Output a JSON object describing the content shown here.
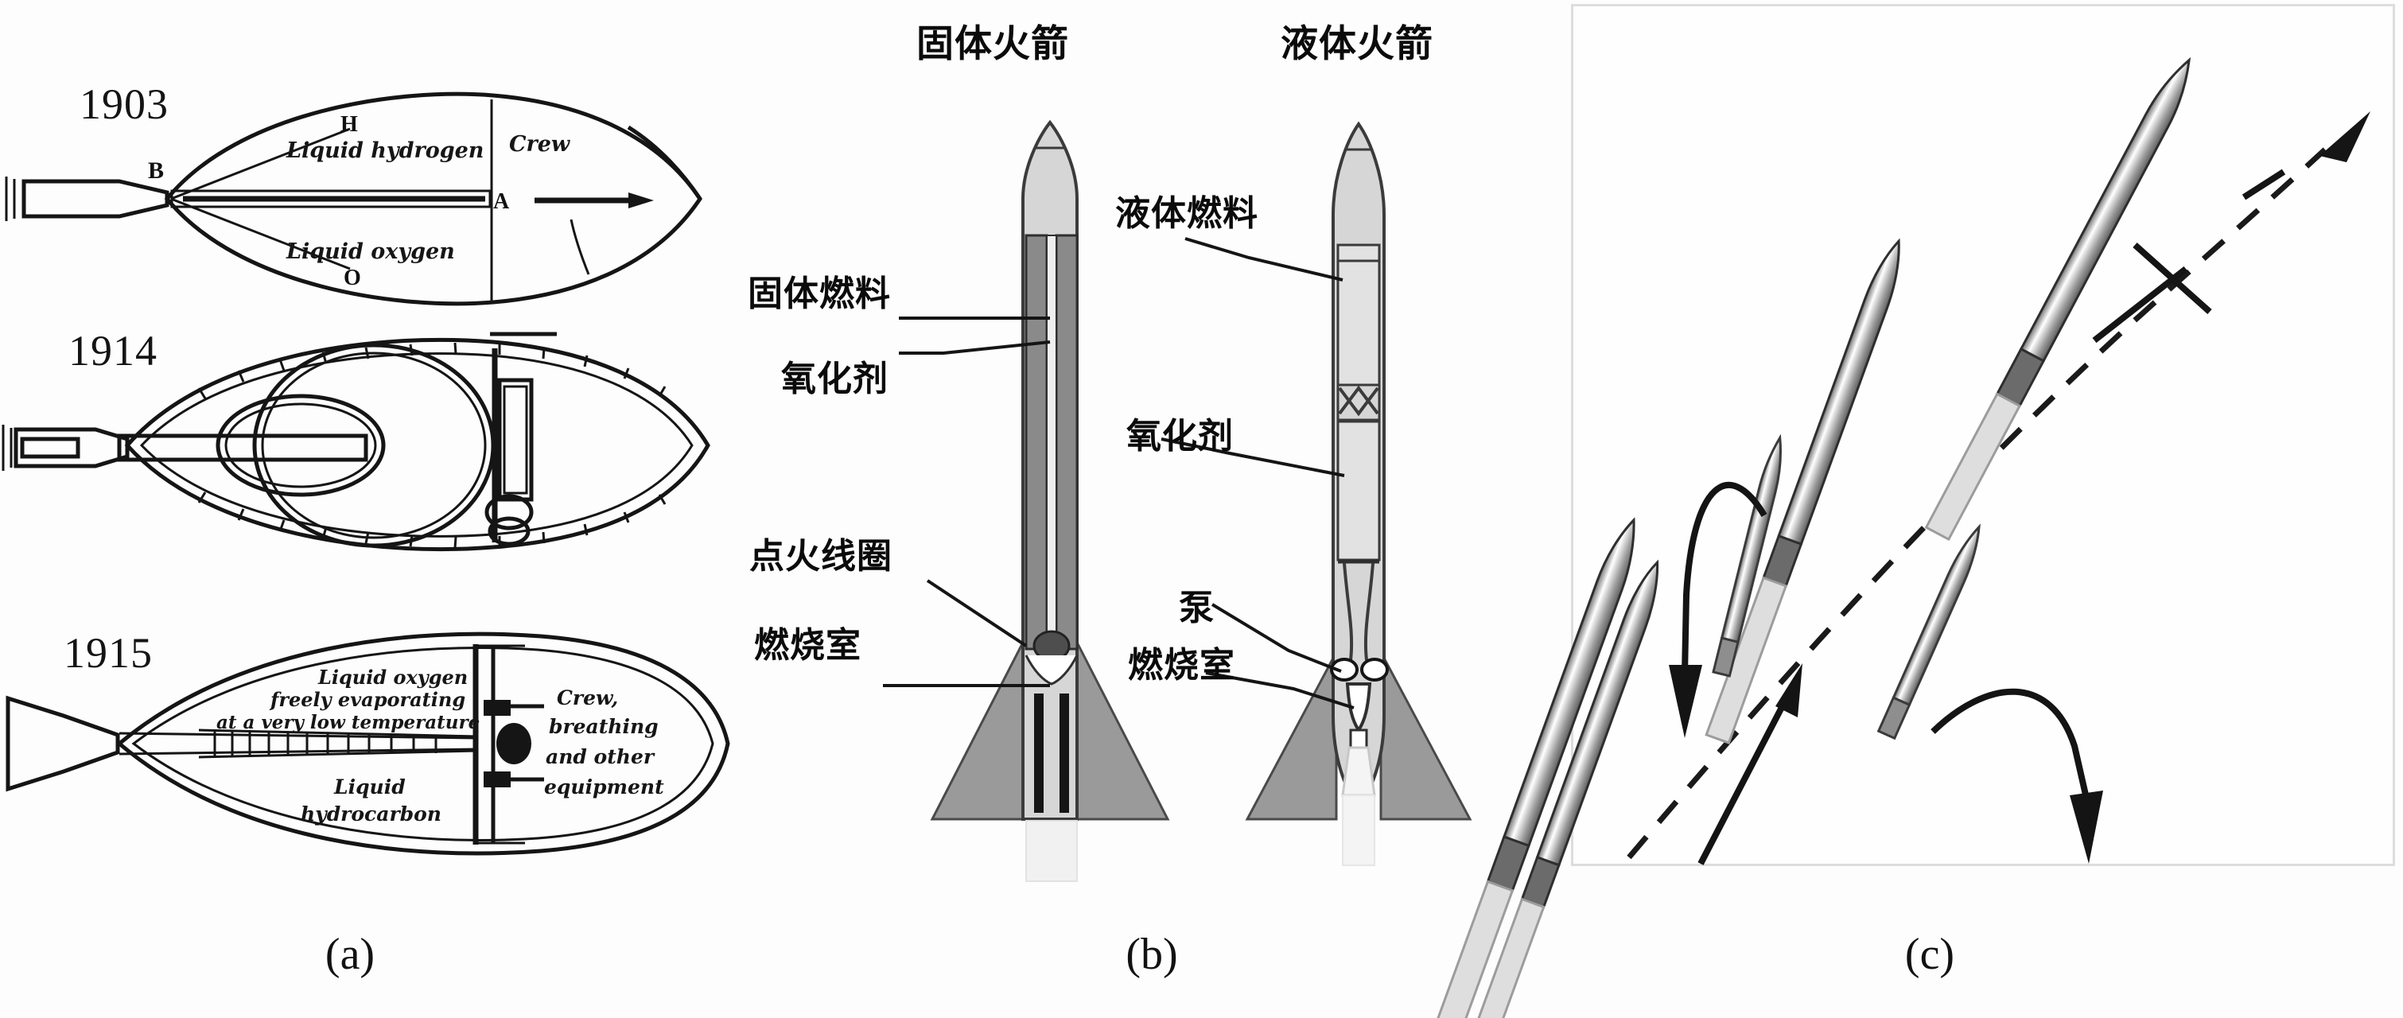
{
  "figure": {
    "panel_captions": [
      {
        "id": "a",
        "label": "(a)"
      },
      {
        "id": "b",
        "label": "(b)"
      },
      {
        "id": "c",
        "label": "(c)"
      }
    ]
  },
  "panel_a": {
    "name": "tsiolkovsky-rocket-evolution",
    "diagrams": [
      {
        "year": "1903",
        "labels": {
          "fuel_top": "Liquid hydrogen",
          "fuel_bottom": "Liquid oxygen",
          "crew": "Crew",
          "point_b": "B",
          "point_h": "H",
          "point_a": "A",
          "point_o": "O"
        }
      },
      {
        "year": "1914",
        "labels": {}
      },
      {
        "year": "1915",
        "labels": {
          "oxidizer_line1": "Liquid oxygen",
          "oxidizer_line2": "freely evaporating",
          "oxidizer_line3": "at a very low temperature",
          "fuel_line1": "Liquid",
          "fuel_line2": "hydrocarbon",
          "crew_line1": "Crew,",
          "crew_line2": "breathing",
          "crew_line3": "and other",
          "crew_line4": "equipment"
        }
      }
    ]
  },
  "panel_b": {
    "name": "solid-vs-liquid-rocket-comparison",
    "solid_rocket": {
      "title": "固体火箭",
      "labels": [
        {
          "key": "solid_fuel",
          "text": "固体燃料"
        },
        {
          "key": "oxidizer",
          "text": "氧化剂"
        },
        {
          "key": "ignition_coil",
          "text": "点火线圈"
        },
        {
          "key": "combustion_chamber",
          "text": "燃烧室"
        }
      ]
    },
    "liquid_rocket": {
      "title": "液体火箭",
      "labels": [
        {
          "key": "liquid_fuel",
          "text": "液体燃料"
        },
        {
          "key": "oxidizer",
          "text": "氧化剂"
        },
        {
          "key": "pump",
          "text": "泵"
        },
        {
          "key": "combustion_chamber",
          "text": "燃烧室"
        }
      ]
    }
  },
  "panel_c": {
    "name": "multistage-rocket-separation",
    "stage_count": 4,
    "arrows": [
      {
        "key": "left_discard_arrow",
        "direction": "down-left",
        "style": "curved-solid"
      },
      {
        "key": "right_discard_arrow",
        "direction": "down-right",
        "style": "curved-solid"
      },
      {
        "key": "thrust_arrow",
        "direction": "up-right",
        "style": "straight-solid"
      },
      {
        "key": "trajectory_arrow",
        "direction": "up-right",
        "style": "dashed"
      }
    ]
  },
  "colors": {
    "ink": "#151515",
    "body_gray": "#c9c9c9",
    "fin_gray": "#9a9a9a",
    "grain_gray": "#7e7e7e",
    "frame_gray": "#dddddd",
    "background": "#ffffff"
  }
}
